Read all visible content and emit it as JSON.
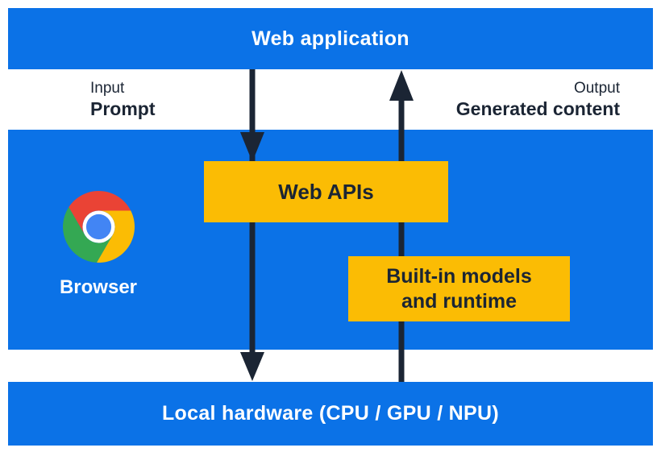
{
  "colors": {
    "canvas_background": "#ffffff",
    "band_blue": "#0b72e7",
    "box_yellow": "#fbbc04",
    "ink": "#1b2534",
    "text_on_blue": "#ffffff",
    "chrome_red": "#ea4335",
    "chrome_yellow": "#fbbc04",
    "chrome_green": "#34a853",
    "chrome_blue": "#4285f4",
    "chrome_ring": "#ffffff"
  },
  "bands": {
    "web_application": "Web application",
    "local_hardware": "Local hardware (CPU / GPU / NPU)"
  },
  "flow_labels": {
    "input_title": "Input",
    "input_value": "Prompt",
    "output_title": "Output",
    "output_value": "Generated content"
  },
  "browser_band": {
    "browser_label": "Browser",
    "web_apis": "Web APIs",
    "builtin_models_line1": "Built-in models",
    "builtin_models_line2": "and runtime"
  },
  "icons": {
    "chrome_logo": "chrome-browser-logo",
    "down_arrow": "input-flow-arrow",
    "up_arrow": "output-flow-arrow"
  }
}
